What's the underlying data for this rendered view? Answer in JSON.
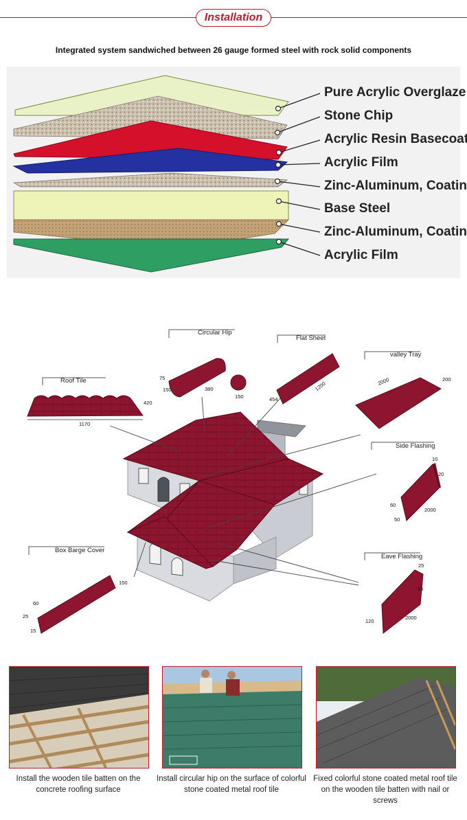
{
  "header": {
    "title": "Installation",
    "subtitle": "Integrated system sandwiched between 26 gauge formed steel with rock solid components"
  },
  "layers": [
    {
      "label": "Pure Acrylic Overglaze",
      "color": "#e9f2c6"
    },
    {
      "label": "Stone Chip",
      "color": "#cdbfae"
    },
    {
      "label": "Acrylic Resin Basecoat",
      "color": "#d4102a"
    },
    {
      "label": "Acrylic Film",
      "color": "#2431a0"
    },
    {
      "label": "Zinc-Aluminum, Coating",
      "color": "#bdb4a4"
    },
    {
      "label": "Base Steel",
      "color": "#eef3b8"
    },
    {
      "label": "Zinc-Aluminum, Coating",
      "color": "#c79c6c"
    },
    {
      "label": "Acrylic Film",
      "color": "#2e9e62"
    }
  ],
  "components": {
    "circular_hip": {
      "label": "Circular Hip",
      "dims": [
        "75",
        "150",
        "380",
        "150"
      ]
    },
    "flat_sheet": {
      "label": "Flat Sheet",
      "dims": [
        "454",
        "1200"
      ]
    },
    "valley_tray": {
      "label": "valley Tray",
      "dims": [
        "2000",
        "200"
      ]
    },
    "roof_tile": {
      "label": "Roof Tile",
      "dims": [
        "420",
        "1170"
      ]
    },
    "side_flashing": {
      "label": "Side Flashing",
      "dims": [
        "10",
        "20",
        "60",
        "50",
        "2000"
      ]
    },
    "box_barge_cover": {
      "label": "Box Barge Cover",
      "dims": [
        "150",
        "60",
        "25",
        "15"
      ]
    },
    "eave_flashing": {
      "label": "Eave Flashing",
      "dims": [
        "25",
        "15",
        "120",
        "2000"
      ]
    }
  },
  "steps": [
    {
      "caption": "Install the wooden tile batten on the concrete roofing surface"
    },
    {
      "caption": "Install circular hip on the surface of colorful stone coated metal roof tile"
    },
    {
      "caption": "Fixed colorful stone coated metal roof tile on the wooden tile batten with nail or screws"
    }
  ],
  "colors": {
    "accent": "#c0172d",
    "roof": "#8e1530",
    "wall": "#d9dbe0"
  }
}
